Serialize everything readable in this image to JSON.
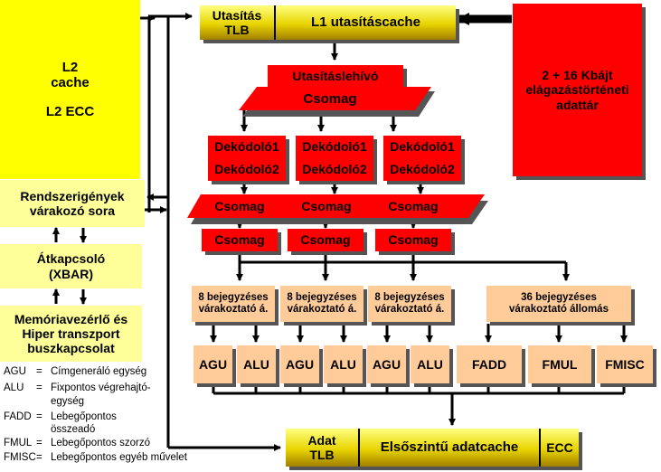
{
  "l2": {
    "line1": "L2",
    "line2": "cache",
    "line3": "L2 ECC"
  },
  "itlb": {
    "line1": "Utasítás",
    "line2": "TLB"
  },
  "l1i": {
    "label": "L1 utasításcache"
  },
  "branch": {
    "line1": "2 + 16 Kbájt",
    "line2": "elágazástörténeti",
    "line3": "adattár"
  },
  "fetch": {
    "label": "Utasításlehívó"
  },
  "pack_top": {
    "label": "Csomag"
  },
  "decoders": [
    {
      "a": "Dekódoló1",
      "b": "Dekódoló2"
    },
    {
      "a": "Dekódoló1",
      "b": "Dekódoló2"
    },
    {
      "a": "Dekódoló1",
      "b": "Dekódoló2"
    }
  ],
  "pack_mid": [
    "Csomag",
    "Csomag",
    "Csomag"
  ],
  "pack_low": [
    "Csomag",
    "Csomag",
    "Csomag"
  ],
  "queues": [
    {
      "a": "8 bejegyzéses",
      "b": "várakoztató á."
    },
    {
      "a": "8 bejegyzéses",
      "b": "várakoztató á."
    },
    {
      "a": "8 bejegyzéses",
      "b": "várakoztató á."
    },
    {
      "a": "36 bejegyzéses",
      "b": "várakoztató állomás"
    }
  ],
  "units": [
    "AGU",
    "ALU",
    "AGU",
    "ALU",
    "AGU",
    "ALU",
    "FADD",
    "FMUL",
    "FMISC"
  ],
  "sysreq": {
    "line1": "Rendszerigények",
    "line2": "várakozó sora"
  },
  "xbar": {
    "line1": "Átkapcsoló",
    "line2": "(XBAR)"
  },
  "memctrl": {
    "line1": "Memóriavezérlő és",
    "line2": "Hiper transzport",
    "line3": "buszkapcsolat"
  },
  "legend": [
    {
      "abbr": "AGU",
      "eq": "=",
      "desc": "Címgeneráló egység"
    },
    {
      "abbr": "ALU",
      "eq": "=",
      "desc": "Fixpontos végrehajtó-"
    },
    {
      "abbr": "",
      "eq": "",
      "desc": "egység"
    },
    {
      "abbr": "FADD",
      "eq": "=",
      "desc": "Lebegőpontos"
    },
    {
      "abbr": "",
      "eq": "",
      "desc": "összeadó"
    },
    {
      "abbr": "FMUL",
      "eq": "=",
      "desc": "Lebegőpontos szorzó"
    },
    {
      "abbr": "FMISC",
      "eq": "=",
      "desc": "Lebegőpontos egyéb művelet"
    }
  ],
  "dtlb": {
    "line1": "Adat",
    "line2": "TLB"
  },
  "l1d": {
    "label": "Elsőszintű adatcache"
  },
  "ecc": {
    "label": "ECC"
  }
}
